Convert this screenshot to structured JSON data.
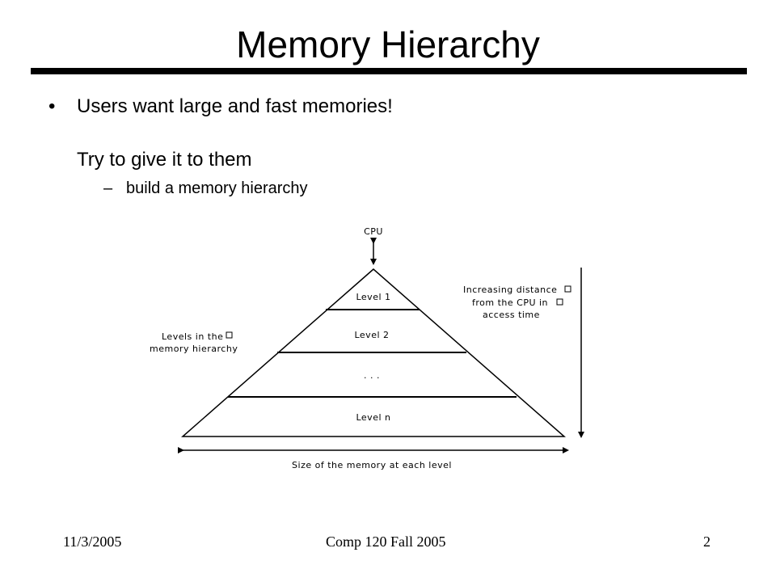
{
  "slide": {
    "title": "Memory Hierarchy",
    "bullet_symbol": "•",
    "bullet1": "Users want large and fast memories!",
    "line2": "Try to give it to them",
    "sub_symbol": "–",
    "sub1": "build a memory hierarchy"
  },
  "diagram": {
    "cpu": "CPU",
    "levels": [
      "Level 1",
      "Level 2",
      ". . .",
      "Level n"
    ],
    "left_label_line1": "Levels in the",
    "left_label_line2": "memory hierarchy",
    "right_label_line1": "Increasing distance",
    "right_label_line2": "from the CPU in",
    "right_label_line3": "access time",
    "bottom_label": "Size of the memory at each level"
  },
  "footer": {
    "date": "11/3/2005",
    "course": "Comp 120 Fall 2005",
    "page": "2"
  }
}
